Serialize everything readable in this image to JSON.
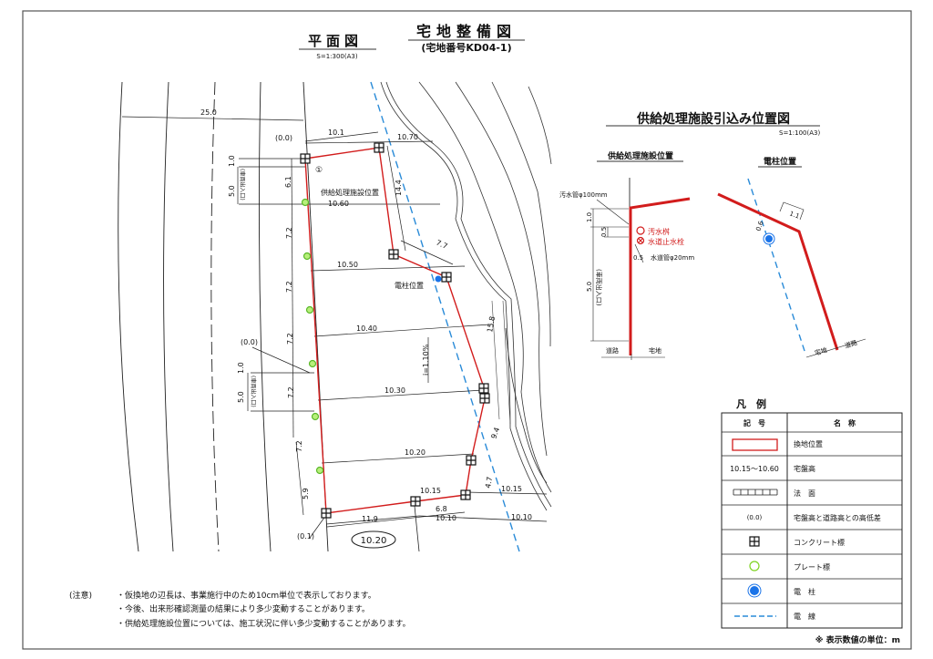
{
  "header": {
    "main_title": "宅地整備図",
    "subtitle": "(宅地番号KD04-1)",
    "plan_title": "平面図",
    "plan_scale": "S=1:300(A3)"
  },
  "plan": {
    "dimensions": {
      "d25": "25.0",
      "d10_1": "10.1",
      "h10_70": "10.70",
      "lv00_top": "(0.0)",
      "marker1": "①",
      "facility_label": "供給処理施設位置",
      "h10_60": "10.60",
      "d14_4": "14.4",
      "d7_7": "7.7",
      "h10_50": "10.50",
      "pole_label": "電柱位置",
      "d6_1": "6.1",
      "d7_2": "7.2",
      "h10_40": "10.40",
      "lv00_mid": "(0.0)",
      "h10_30": "10.30",
      "slope": "i=1.10%",
      "d15_8": "15.8",
      "h10_20": "10.20",
      "d9_4": "9.4",
      "d4_7": "4.7",
      "h10_15": "10.15",
      "d6_8": "6.8",
      "d11_9": "11.9",
      "h10_10": "10.10",
      "lv01": "(0.1)",
      "d5_9": "5.9",
      "road_level": "10.20",
      "d1_0": "1.0",
      "d5_0": "5.0",
      "entrance": "(車両出入口)"
    }
  },
  "detail": {
    "title": "供給処理施設引込み位置図",
    "scale": "S=1:100(A3)",
    "left_title": "供給処理施設位置",
    "right_title": "電柱位置",
    "sewer_pipe": "汚水管φ100mm",
    "sewer_basin": "汚水桝",
    "water_stopcock": "水道止水栓",
    "water_pipe": "水道管φ20mm",
    "d1_0": "1.0",
    "d0_5a": "0.5",
    "d0_5b": "0.5",
    "d5_0": "5.0",
    "entrance": "(車両出入口)",
    "road": "道路",
    "lot": "宅地",
    "d1_1": "1.1",
    "d0_6": "0.6"
  },
  "legend": {
    "title": "凡　例",
    "col_symbol": "記　号",
    "col_name": "名　称",
    "rows": [
      {
        "symbol": "",
        "name": "換地位置",
        "icon": "red-rectangle"
      },
      {
        "symbol": "10.15～10.60",
        "name": "宅盤高",
        "icon": "text"
      },
      {
        "symbol": "",
        "name": "法　面",
        "icon": "slope-hatch"
      },
      {
        "symbol": "(0.0)",
        "name": "宅盤高と道路高との高低差",
        "icon": "text"
      },
      {
        "symbol": "",
        "name": "コンクリート標",
        "icon": "concrete-marker"
      },
      {
        "symbol": "",
        "name": "プレート標",
        "icon": "plate-marker"
      },
      {
        "symbol": "",
        "name": "電　柱",
        "icon": "utility-pole"
      },
      {
        "symbol": "",
        "name": "電　線",
        "icon": "power-line"
      }
    ],
    "unit_note": "※ 表示数値の単位：m"
  },
  "notes": {
    "label": "(注意)",
    "items": [
      "・仮換地の辺長は、事業施行中のため10cm単位で表示しております。",
      "・今後、出来形確認測量の結果により多少変動することがあります。",
      "・供給処理施設位置については、施工状況に伴い多少変動することがあります。"
    ]
  },
  "colors": {
    "lot_line": "#d21c1c",
    "plate": "#7ed321",
    "pole": "#1a73e8",
    "power_line": "#2a8bd8"
  }
}
